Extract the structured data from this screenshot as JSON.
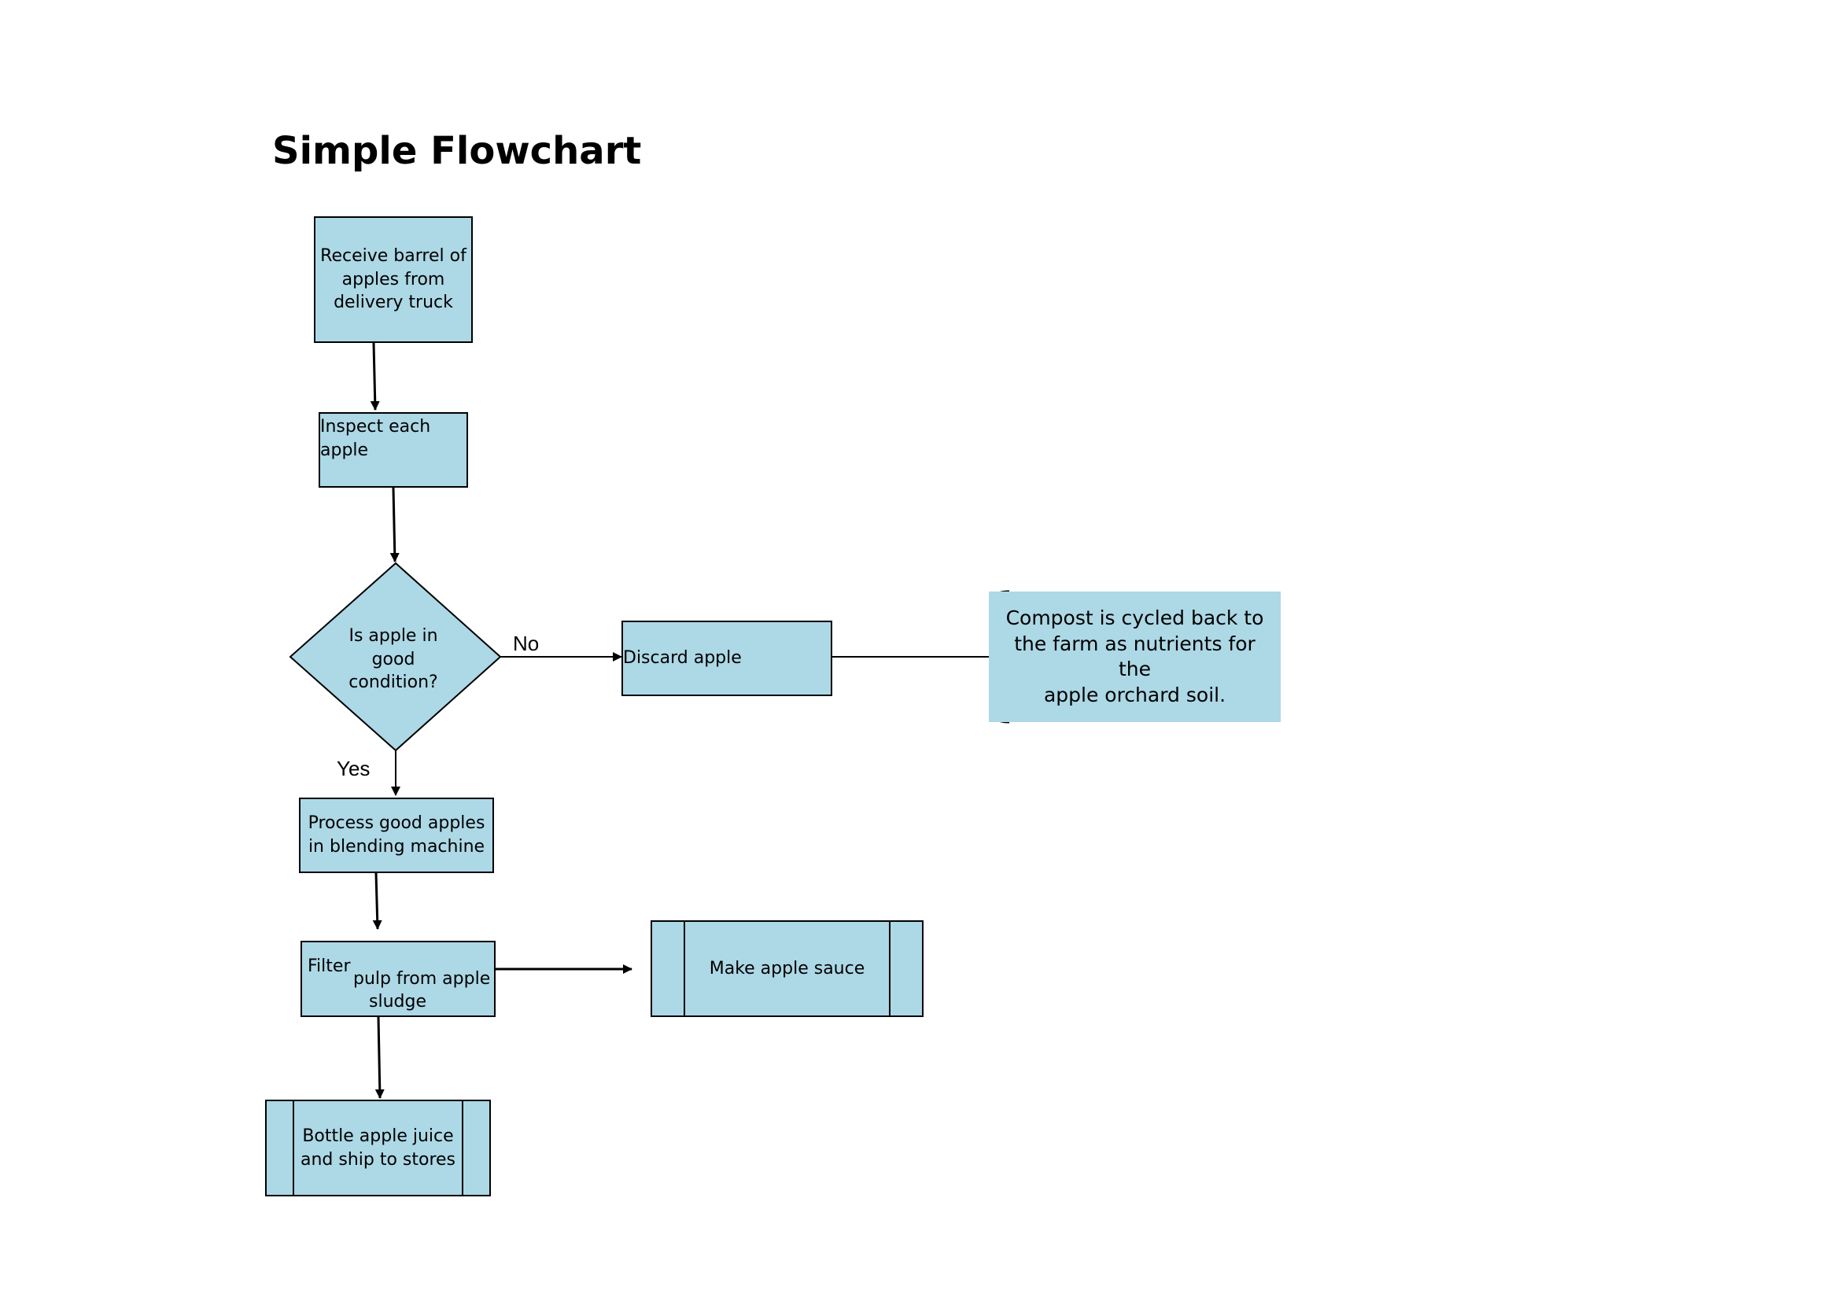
{
  "title": "Simple Flowchart",
  "nodes": {
    "receive": {
      "lines": [
        "Receive barrel of",
        "apples from",
        "delivery truck"
      ]
    },
    "inspect": {
      "lines": [
        "Inspect each",
        "apple"
      ]
    },
    "decision": {
      "lines": [
        "Is apple in",
        "good",
        "condition?"
      ]
    },
    "discard": {
      "label": "Discard apple"
    },
    "compost": {
      "lines": [
        "Compost is cycled back to",
        "the farm as nutrients for the",
        "apple orchard soil."
      ]
    },
    "process": {
      "lines": [
        "Process good apples",
        "in blending machine"
      ]
    },
    "filter": {
      "label_a": "Filter",
      "label_b": "pulp from apple",
      "label_c": "sludge"
    },
    "sauce": {
      "label": "Make apple sauce"
    },
    "bottle": {
      "lines": [
        "Bottle apple juice",
        "and ship to stores"
      ]
    }
  },
  "edges": {
    "no_label": "No",
    "yes_label": "Yes"
  },
  "colors": {
    "fill": "#add8e6",
    "stroke": "#000000"
  }
}
